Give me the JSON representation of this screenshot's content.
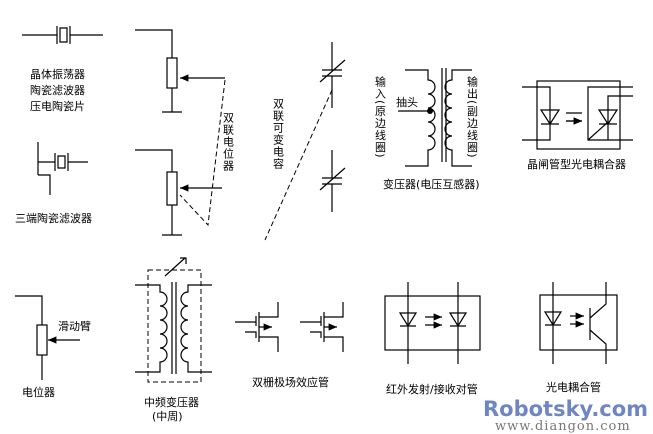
{
  "labels": {
    "crystal": [
      "晶体振荡器",
      "陶瓷滤波器",
      "压电陶瓷片"
    ],
    "three_terminal_filter": "三端陶瓷滤波器",
    "dual_potentiometer": "双联电位器",
    "dual_variable_capacitor": "双联可变电容",
    "transformer_input": "输入(原边线圈)",
    "transformer_tap": "抽头",
    "transformer_output": "输出(副边线圈)",
    "transformer": "变压器(电压互感器)",
    "thyristor_optocoupler": "晶闸管型光电耦合器",
    "slider_arm": "滑动臂",
    "potentiometer": "电位器",
    "if_transformer": "中频变压器",
    "if_transformer_alias": "(中周)",
    "dual_gate_fet": "双栅极场效应管",
    "ir_pair": "红外发射/接收对管",
    "optocoupler": "光电耦合管"
  },
  "watermark": {
    "brand": "Robotsky.com",
    "url": "www.diangon.com"
  }
}
